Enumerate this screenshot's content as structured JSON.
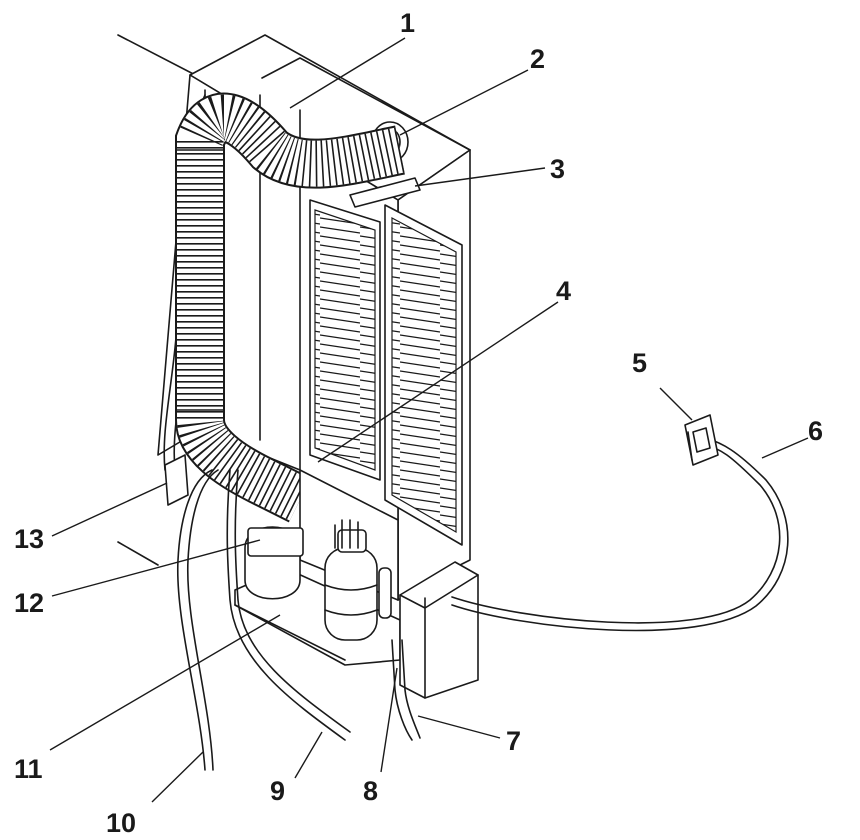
{
  "callouts": [
    {
      "id": "1",
      "label": "1"
    },
    {
      "id": "2",
      "label": "2"
    },
    {
      "id": "3",
      "label": "3"
    },
    {
      "id": "4",
      "label": "4"
    },
    {
      "id": "5",
      "label": "5"
    },
    {
      "id": "6",
      "label": "6"
    },
    {
      "id": "7",
      "label": "7"
    },
    {
      "id": "8",
      "label": "8"
    },
    {
      "id": "9",
      "label": "9"
    },
    {
      "id": "10",
      "label": "10"
    },
    {
      "id": "11",
      "label": "11"
    },
    {
      "id": "12",
      "label": "12"
    },
    {
      "id": "13",
      "label": "13"
    }
  ],
  "colors": {
    "ink": "#1a1a1a",
    "background": "#ffffff"
  }
}
